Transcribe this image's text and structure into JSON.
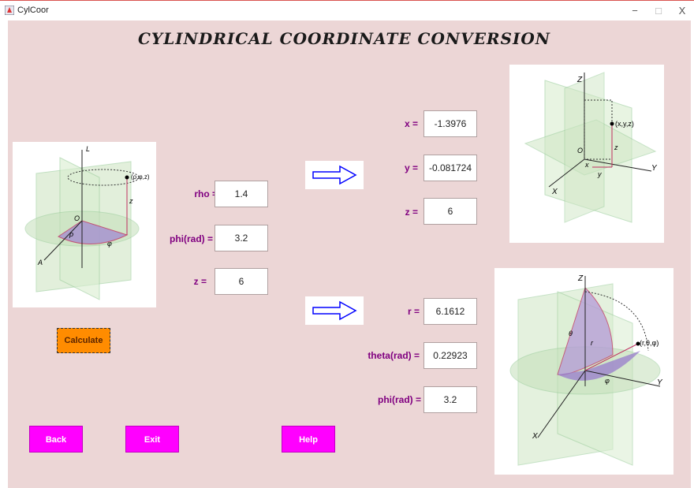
{
  "window": {
    "title": "CylCoor",
    "minimize": "−",
    "maximize": "□",
    "close": "X"
  },
  "heading": "CYLINDRICAL COORDINATE CONVERSION",
  "inputs": [
    {
      "label": "rho =",
      "value": "1.4"
    },
    {
      "label": "phi(rad) =",
      "value": "3.2"
    },
    {
      "label": "z =",
      "value": "6"
    }
  ],
  "cartesian": [
    {
      "label": "x =",
      "value": "-1.3976"
    },
    {
      "label": "y =",
      "value": "-0.081724"
    },
    {
      "label": "z =",
      "value": "6"
    }
  ],
  "spherical": [
    {
      "label": "r =",
      "value": "6.1612"
    },
    {
      "label": "theta(rad) =",
      "value": "0.22923"
    },
    {
      "label": "phi(rad) =",
      "value": "3.2"
    }
  ],
  "buttons": {
    "calculate": "Calculate",
    "back": "Back",
    "exit": "Exit",
    "help": "Help"
  },
  "diagram_labels": {
    "cyl": {
      "axis_z": "L",
      "point": "(ρ,φ,z)",
      "origin": "O",
      "rho": "ρ",
      "phi": "φ",
      "z": "z",
      "axis_a": "A"
    },
    "cart": {
      "axis_z": "Z",
      "point": "(x,y,z)",
      "origin": "O",
      "axis_x": "X",
      "axis_y": "Y",
      "x": "x",
      "y": "y",
      "z": "z"
    },
    "sph": {
      "axis_z": "Z",
      "point": "(r,θ,φ)",
      "theta": "θ",
      "r": "r",
      "phi": "φ",
      "axis_x": "X",
      "axis_y": "Y"
    }
  },
  "colors": {
    "background": "#ecd6d6",
    "label": "#800080",
    "nav_button": "#ff00ff",
    "calc_button": "#ff8c00",
    "arrow": "#0000ff"
  }
}
